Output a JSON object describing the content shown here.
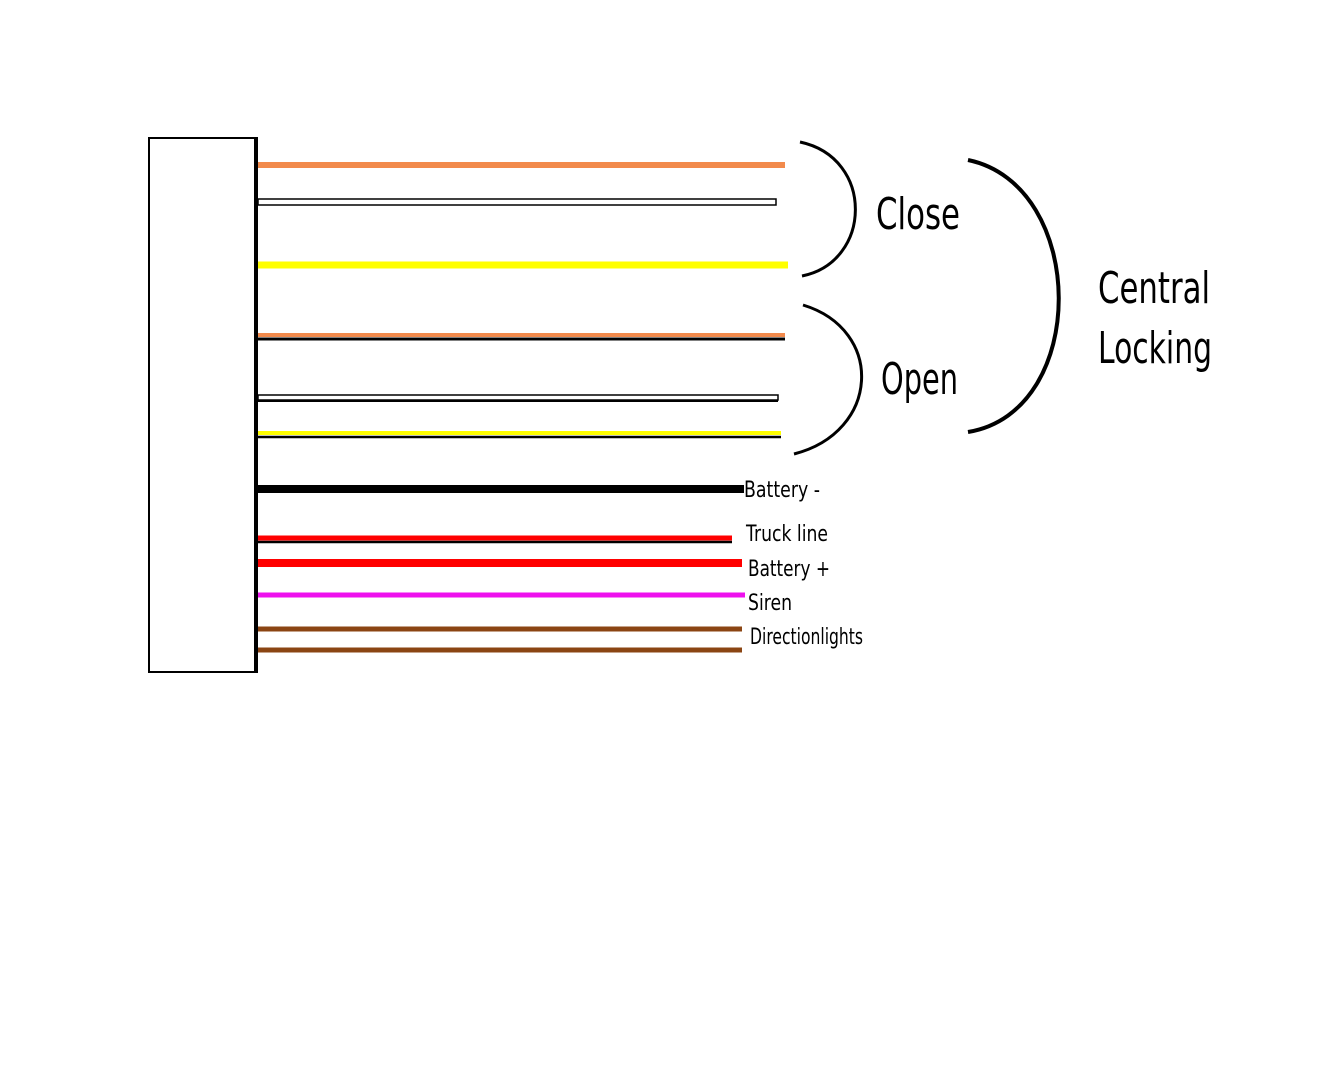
{
  "diagram": {
    "groups": {
      "close": "Close",
      "open": "Open",
      "central_line1": "Central",
      "central_line2": "Locking"
    },
    "wire_labels": {
      "battery_minus": "Battery -",
      "truck_line": "Truck line",
      "battery_plus": "Battery +",
      "siren": "Siren",
      "direction_lights": "Directionlights"
    },
    "colors": {
      "orange": "#f28a4c",
      "white": "#ffffff",
      "yellow": "#ffff00",
      "black": "#000000",
      "red": "#ff0000",
      "magenta": "#ee11ee",
      "brown": "#8b4513"
    }
  }
}
